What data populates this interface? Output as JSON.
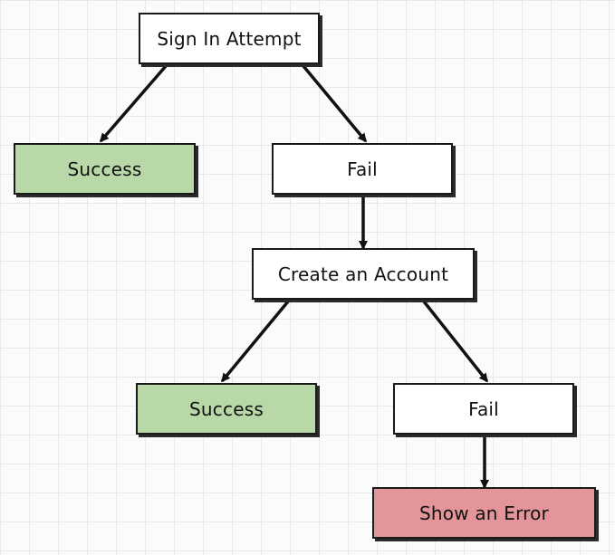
{
  "colors": {
    "default_fill": "#ffffff",
    "success_fill": "#b8d8a8",
    "error_fill": "#e3959a",
    "stroke": "#1a1a1a"
  },
  "nodes": {
    "sign_in_attempt": {
      "label": "Sign In Attempt"
    },
    "success_1": {
      "label": "Success"
    },
    "fail_1": {
      "label": "Fail"
    },
    "create_account": {
      "label": "Create an Account"
    },
    "success_2": {
      "label": "Success"
    },
    "fail_2": {
      "label": "Fail"
    },
    "show_error": {
      "label": "Show an Error"
    }
  },
  "edges": [
    {
      "from": "sign_in_attempt",
      "to": "success_1"
    },
    {
      "from": "sign_in_attempt",
      "to": "fail_1"
    },
    {
      "from": "fail_1",
      "to": "create_account"
    },
    {
      "from": "create_account",
      "to": "success_2"
    },
    {
      "from": "create_account",
      "to": "fail_2"
    },
    {
      "from": "fail_2",
      "to": "show_error"
    }
  ]
}
